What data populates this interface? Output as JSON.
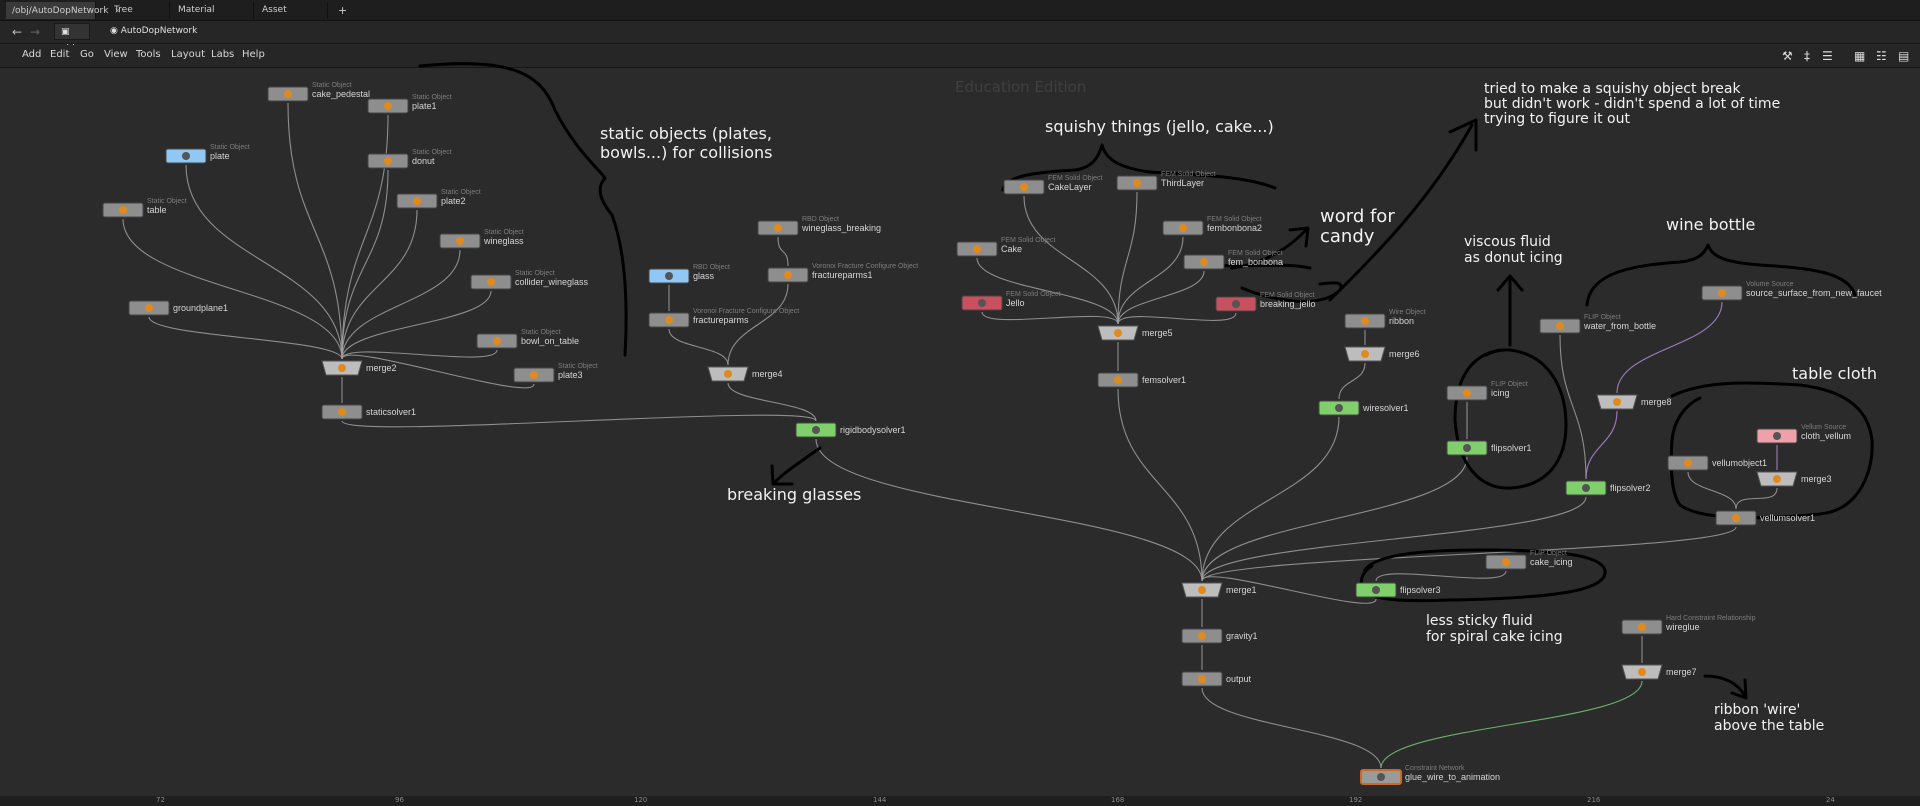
{
  "tabs": [
    {
      "label": "/obj/AutoDopNetwork",
      "close": "×"
    },
    {
      "label": "Tree View",
      "close": "×"
    },
    {
      "label": "Material Palette",
      "close": "×"
    },
    {
      "label": "Asset Browser",
      "close": "×"
    },
    {
      "label": "+"
    }
  ],
  "path": {
    "level": "obj",
    "node": "AutoDopNetwork"
  },
  "menu": [
    "Add",
    "Edit",
    "Go",
    "View",
    "Tools",
    "Layout",
    "Labs",
    "Help"
  ],
  "watermark": "Education Edition",
  "ruler": [
    "72",
    "96",
    "120",
    "144",
    "168",
    "192",
    "216",
    "24"
  ],
  "nodes": [
    {
      "name": "cake_pedestal",
      "type": "Static Object"
    },
    {
      "name": "plate1",
      "type": "Static Object"
    },
    {
      "name": "plate",
      "type": "Static Object"
    },
    {
      "name": "donut",
      "type": "Static Object"
    },
    {
      "name": "plate2",
      "type": "Static Object"
    },
    {
      "name": "table",
      "type": "Static Object"
    },
    {
      "name": "wineglass",
      "type": "Static Object"
    },
    {
      "name": "collider_wineglass",
      "type": "Static Object"
    },
    {
      "name": "groundplane1",
      "type": ""
    },
    {
      "name": "bowl_on_table",
      "type": "Static Object"
    },
    {
      "name": "plate3",
      "type": "Static Object"
    },
    {
      "name": "merge2",
      "type": ""
    },
    {
      "name": "staticsolver1",
      "type": ""
    },
    {
      "name": "wineglass_breaking",
      "type": "RBD Object"
    },
    {
      "name": "glass",
      "type": "RBD Object"
    },
    {
      "name": "fractureparms1",
      "type": "Voronoi Fracture Configure Object"
    },
    {
      "name": "fractureparms",
      "type": "Voronoi Fracture Configure Object"
    },
    {
      "name": "merge4",
      "type": ""
    },
    {
      "name": "rigidbodysolver1",
      "type": ""
    },
    {
      "name": "CakeLayer",
      "type": "FEM Solid Object"
    },
    {
      "name": "ThirdLayer",
      "type": "FEM Solid Object"
    },
    {
      "name": "fembonbona2",
      "type": "FEM Solid Object"
    },
    {
      "name": "Cake",
      "type": "FEM Solid Object"
    },
    {
      "name": "fem_bonbona",
      "type": "FEM Solid Object"
    },
    {
      "name": "Jello",
      "type": "FEM Solid Object"
    },
    {
      "name": "breaking_jello",
      "type": "FEM Solid Object"
    },
    {
      "name": "merge5",
      "type": ""
    },
    {
      "name": "femsolver1",
      "type": ""
    },
    {
      "name": "ribbon",
      "type": "Wire Object"
    },
    {
      "name": "merge6",
      "type": ""
    },
    {
      "name": "wiresolver1",
      "type": ""
    },
    {
      "name": "icing",
      "type": "FLIP Object"
    },
    {
      "name": "flipsolver1",
      "type": ""
    },
    {
      "name": "water_from_bottle",
      "type": "FLIP Object"
    },
    {
      "name": "source_surface_from_new_faucet",
      "type": "Volume Source"
    },
    {
      "name": "merge8",
      "type": ""
    },
    {
      "name": "flipsolver2",
      "type": ""
    },
    {
      "name": "cloth_vellum",
      "type": "Vellum Source"
    },
    {
      "name": "vellumobject1",
      "type": ""
    },
    {
      "name": "merge3",
      "type": ""
    },
    {
      "name": "vellumsolver1",
      "type": ""
    },
    {
      "name": "cake_icing",
      "type": "FLIP Object"
    },
    {
      "name": "flipsolver3",
      "type": ""
    },
    {
      "name": "merge1",
      "type": ""
    },
    {
      "name": "gravity1",
      "type": ""
    },
    {
      "name": "output",
      "type": ""
    },
    {
      "name": "wireglue",
      "type": "Hard Constraint Relationship"
    },
    {
      "name": "merge7",
      "type": ""
    },
    {
      "name": "glue_wire_to_animation",
      "type": "Constraint Network"
    }
  ],
  "notes": {
    "static": [
      "static objects (plates,",
      "bowls...) for collisions"
    ],
    "squishy": "squishy things (jello, cake...)",
    "candy": [
      "word for",
      "candy"
    ],
    "breakobj": [
      "tried to make a squishy object break",
      "but didn't work - didn't spend a lot of time",
      "trying to figure it out"
    ],
    "viscous": [
      "viscous fluid",
      "as donut icing"
    ],
    "wine": "wine bottle",
    "cloth": "table cloth",
    "glasses": "breaking glasses",
    "sticky": [
      "less sticky fluid",
      "for spiral cake icing"
    ],
    "ribbon": [
      "ribbon 'wire'",
      "above the table"
    ]
  },
  "colors": {
    "background": "#2b2b2b",
    "node_gray": "#8e8e8e",
    "node_blue": "#8fc8f4",
    "node_green": "#7fcf6b",
    "node_red": "#c8505f",
    "node_pink": "#f0a0aa",
    "wire_purple": "#b28cd8",
    "wire_green": "#78c878",
    "wire_gray": "#a0a0a0",
    "handwriting": "#000000"
  },
  "icons": [
    "back-arrow-icon",
    "forward-arrow-icon",
    "node-level-icon",
    "tools-icon",
    "network-view-icon",
    "list-view-icon",
    "grid-view-icon"
  ]
}
